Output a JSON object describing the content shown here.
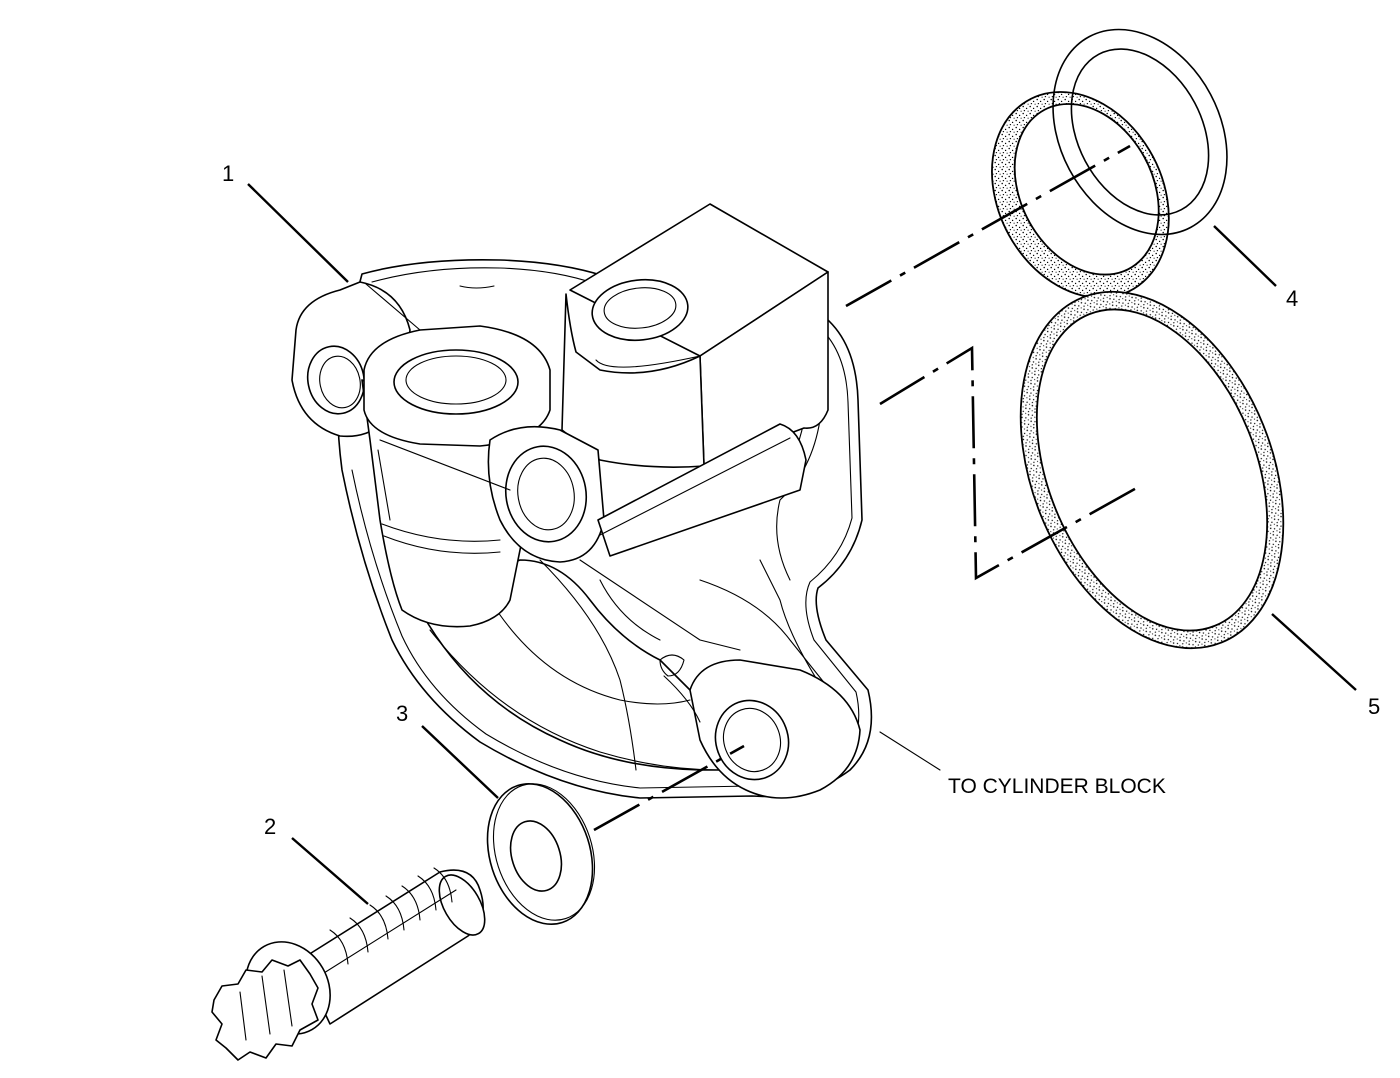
{
  "callouts": {
    "c1": "1",
    "c2": "2",
    "c3": "3",
    "c4": "4",
    "c5": "5"
  },
  "note": "TO CYLINDER BLOCK",
  "colors": {
    "line": "#000000",
    "background": "#ffffff",
    "stipple": "#000000"
  }
}
